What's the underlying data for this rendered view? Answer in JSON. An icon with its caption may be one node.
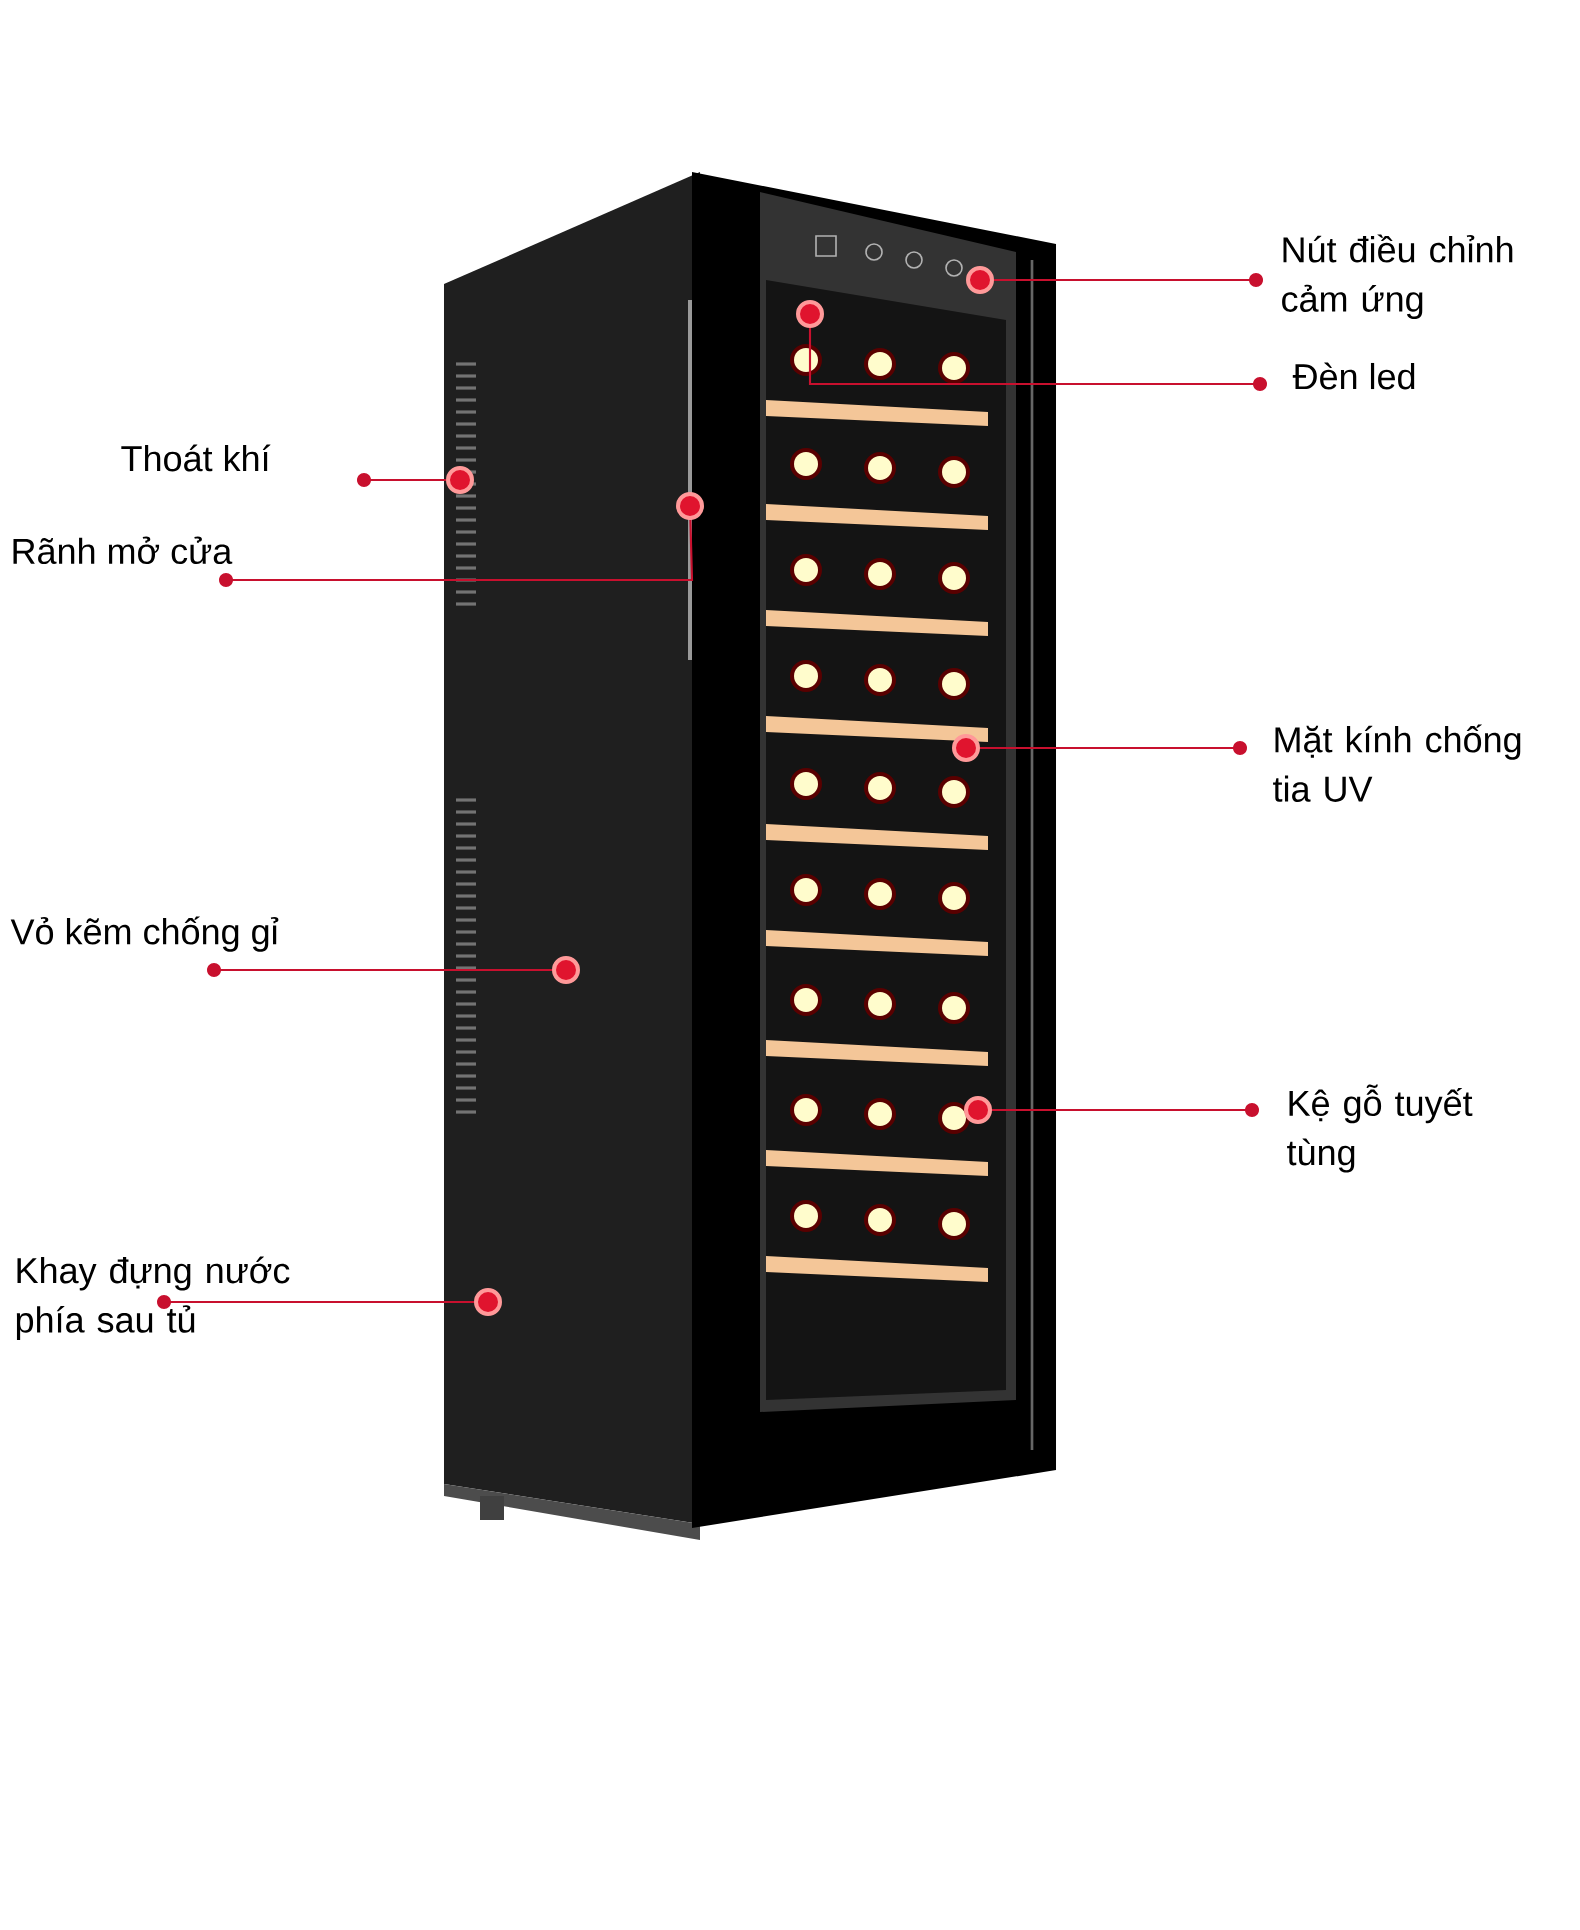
{
  "diagram": {
    "nodes": [
      {
        "text": [
          "Nút điều chỉnh cảm ứng"
        ]
      },
      {
        "text": [
          "Đèn led"
        ]
      },
      {
        "text": [
          "Thoát khí"
        ]
      },
      {
        "text": [
          "Rãnh mở cửa"
        ]
      },
      {
        "text": [
          "Mặt kính chống tia UV"
        ]
      },
      {
        "text": [
          "Vỏ kẽm chống gỉ"
        ]
      },
      {
        "text": [
          "Kệ gỗ tuyết tùng"
        ]
      },
      {
        "text": [
          "Khay đựng nước phía sau tủ"
        ]
      },
      {
        "text": [],
        "shape": "circle"
      },
      {
        "text": [],
        "shape": "circle"
      },
      {
        "text": [],
        "shape": "circle"
      },
      {
        "text": [],
        "shape": "circle"
      },
      {
        "text": [],
        "shape": "circle"
      },
      {
        "text": [],
        "shape": "circle"
      },
      {
        "text": [],
        "shape": "circle"
      },
      {
        "text": [],
        "shape": "circle"
      }
    ],
    "edges": [
      {
        "from": 0,
        "to": 8,
        "arrow": "other"
      },
      {
        "from": 1,
        "to": 9,
        "arrow": "other"
      },
      {
        "from": 2,
        "to": 10,
        "arrow": "other"
      },
      {
        "from": 3,
        "to": 11,
        "arrow": "other"
      },
      {
        "from": 4,
        "to": 12,
        "arrow": "other"
      },
      {
        "from": 5,
        "to": 13,
        "arrow": "other"
      },
      {
        "from": 6,
        "to": 14,
        "arrow": "other"
      },
      {
        "from": 7,
        "to": 15,
        "arrow": "other"
      }
    ]
  }
}
